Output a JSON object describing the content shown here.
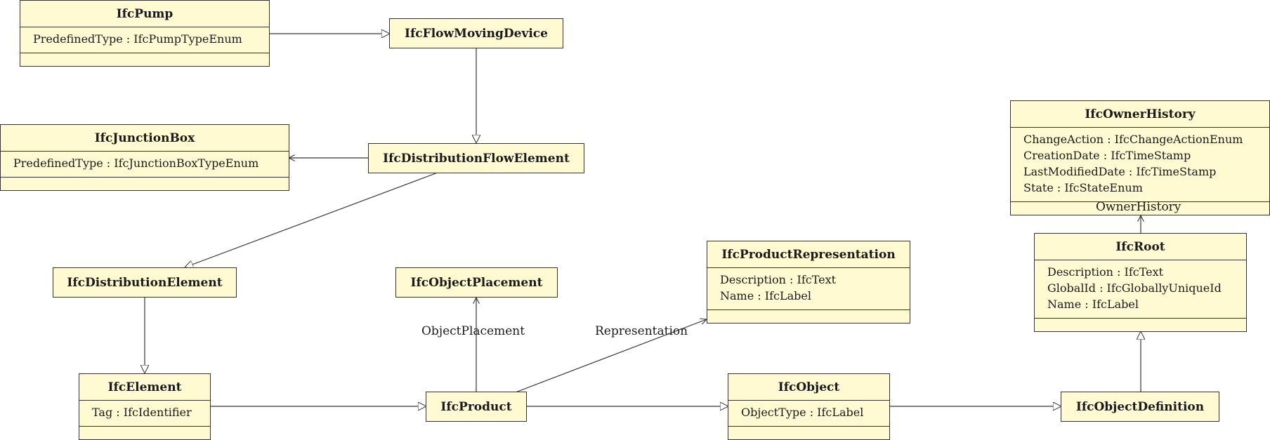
{
  "classes": {
    "pump": {
      "name": "IfcPump",
      "attributes": [
        "PredefinedType : IfcPumpTypeEnum"
      ]
    },
    "flow_moving_device": {
      "name": "IfcFlowMovingDevice"
    },
    "junction_box": {
      "name": "IfcJunctionBox",
      "attributes": [
        "PredefinedType : IfcJunctionBoxTypeEnum"
      ]
    },
    "distribution_flow_element": {
      "name": "IfcDistributionFlowElement"
    },
    "owner_history": {
      "name": "IfcOwnerHistory",
      "attributes": [
        "ChangeAction : IfcChangeActionEnum",
        "CreationDate : IfcTimeStamp",
        "LastModifiedDate : IfcTimeStamp",
        "State : IfcStateEnum"
      ]
    },
    "root": {
      "name": "IfcRoot",
      "attributes": [
        "Description : IfcText",
        "GlobalId : IfcGloballyUniqueId",
        "Name : IfcLabel"
      ]
    },
    "product_representation": {
      "name": "IfcProductRepresentation",
      "attributes": [
        "Description : IfcText",
        "Name : IfcLabel"
      ]
    },
    "distribution_element": {
      "name": "IfcDistributionElement"
    },
    "object_placement": {
      "name": "IfcObjectPlacement"
    },
    "element": {
      "name": "IfcElement",
      "attributes": [
        "Tag : IfcIdentifier"
      ]
    },
    "product": {
      "name": "IfcProduct"
    },
    "object": {
      "name": "IfcObject",
      "attributes": [
        "ObjectType : IfcLabel"
      ]
    },
    "object_definition": {
      "name": "IfcObjectDefinition"
    }
  },
  "associations": {
    "owner_history": "OwnerHistory",
    "object_placement": "ObjectPlacement",
    "representation": "Representation"
  }
}
